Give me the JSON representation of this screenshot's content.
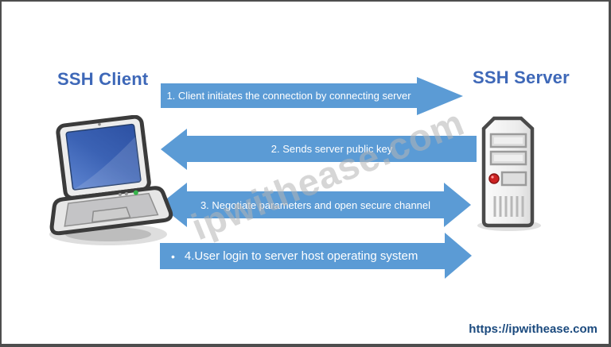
{
  "diagram": {
    "client": {
      "title": "SSH Client"
    },
    "server": {
      "title": "SSH Server"
    },
    "steps": [
      {
        "label": "1. Client initiates the connection by connecting server",
        "direction": "right"
      },
      {
        "label": "2. Sends server public key",
        "direction": "left"
      },
      {
        "label": "3.  Negotiate parameters and open secure channel",
        "direction": "both"
      },
      {
        "label": "4.User login to server host operating system",
        "direction": "right",
        "bullet": "•"
      }
    ],
    "icons": {
      "client": "laptop-icon",
      "server": "server-tower-icon"
    },
    "watermark": "ipwithease.com",
    "footer_url": "https://ipwithease.com",
    "colors": {
      "arrow": "#5B9BD5",
      "arrow_text": "#FFFFFF",
      "title": "#3E68B8",
      "url": "#1B4A7E",
      "watermark": "#B5B5B5",
      "frame_border": "#4D4D4D"
    }
  }
}
